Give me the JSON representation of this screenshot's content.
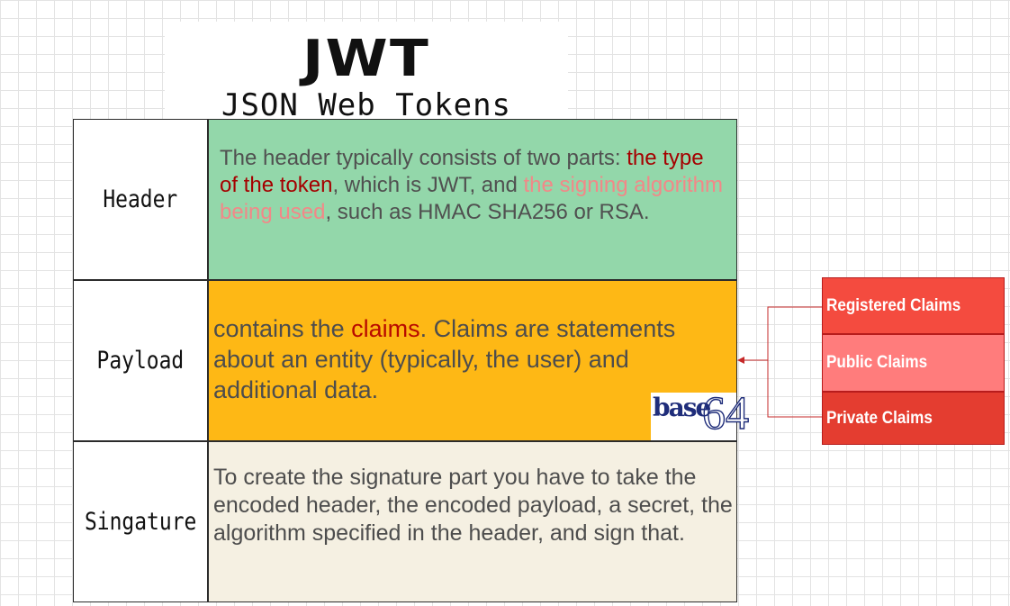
{
  "title": {
    "main": "JWT",
    "subtitle": "JSON Web Tokens"
  },
  "rows": {
    "header": {
      "label": "Header",
      "text": {
        "part1": "The header typically consists of two parts: ",
        "highlight1": "the type of the token",
        "part2": ", which is JWT, and ",
        "highlight2": "the signing algorithm being used",
        "part3": ", such as HMAC SHA256 or RSA."
      }
    },
    "payload": {
      "label": "Payload",
      "text": {
        "part1": "contains the ",
        "highlight": "claims",
        "part2": ". Claims are statements about an entity (typically, the user) and additional data."
      }
    },
    "signature": {
      "label": "Singature",
      "text": "To create the signature part you have to take the encoded header, the encoded payload, a secret, the algorithm specified in the header, and sign that."
    }
  },
  "badge": {
    "word": "base",
    "number": "64"
  },
  "claims": [
    {
      "label": "Registered Claims"
    },
    {
      "label": "Public Claims"
    },
    {
      "label": "Private Claims"
    }
  ],
  "colors": {
    "header_bg": "#93d7aa",
    "payload_bg": "#feb815",
    "signature_bg": "#f5f0e2",
    "highlight_dark_red": "#a50000",
    "highlight_light_red": "#f28888",
    "claim_registered": "#f44b3f",
    "claim_public": "#ff7c7c",
    "claim_private": "#e43d30",
    "connector": "#c62828"
  }
}
